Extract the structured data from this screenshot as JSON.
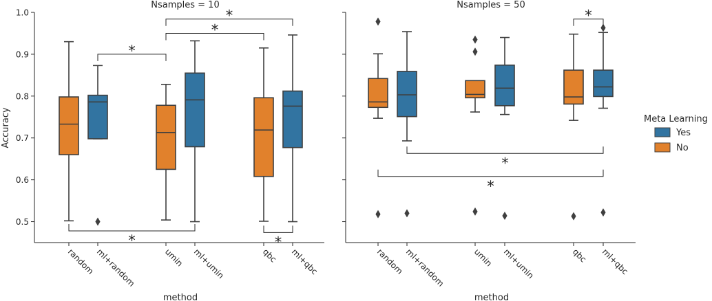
{
  "colors": {
    "yes": "#3274a1",
    "no": "#e1812c",
    "edge": "#3f3f3f"
  },
  "chart_data": [
    {
      "type": "box",
      "title": "Nsamples = 10",
      "xlabel": "method",
      "ylabel": "Accuracy",
      "ylim": [
        0.45,
        1.0
      ],
      "yticks": [
        "0.5",
        "0.6",
        "0.7",
        "0.8",
        "0.9",
        "1.0"
      ],
      "categories": [
        "random",
        "ml+random",
        "umin",
        "ml+umin",
        "qbc",
        "ml+qbc"
      ],
      "boxes": [
        {
          "category": "random",
          "group": "No",
          "whislo": 0.502,
          "q1": 0.66,
          "median": 0.733,
          "q3": 0.798,
          "whishi": 0.93,
          "fliers": []
        },
        {
          "category": "ml+random",
          "group": "Yes",
          "whislo": 0.698,
          "q1": 0.698,
          "median": 0.786,
          "q3": 0.802,
          "whishi": 0.873,
          "fliers": [
            0.5
          ]
        },
        {
          "category": "umin",
          "group": "No",
          "whislo": 0.504,
          "q1": 0.625,
          "median": 0.713,
          "q3": 0.778,
          "whishi": 0.828,
          "fliers": []
        },
        {
          "category": "ml+umin",
          "group": "Yes",
          "whislo": 0.5,
          "q1": 0.679,
          "median": 0.791,
          "q3": 0.855,
          "whishi": 0.932,
          "fliers": []
        },
        {
          "category": "qbc",
          "group": "No",
          "whislo": 0.501,
          "q1": 0.608,
          "median": 0.719,
          "q3": 0.796,
          "whishi": 0.915,
          "fliers": []
        },
        {
          "category": "ml+qbc",
          "group": "Yes",
          "whislo": 0.5,
          "q1": 0.677,
          "median": 0.776,
          "q3": 0.812,
          "whishi": 0.946,
          "fliers": []
        }
      ],
      "annotations": [
        {
          "from": "ml+random",
          "to": "umin",
          "y": 0.9,
          "side": "above",
          "label": "*"
        },
        {
          "from": "umin",
          "to": "qbc",
          "y": 0.95,
          "side": "above",
          "label": "*"
        },
        {
          "from": "umin",
          "to": "ml+qbc",
          "y": 0.984,
          "side": "above",
          "label": "*"
        },
        {
          "from": "random",
          "to": "ml+umin",
          "y": 0.478,
          "side": "below",
          "label": "*"
        },
        {
          "from": "qbc",
          "to": "ml+qbc",
          "y": 0.474,
          "side": "below",
          "label": "*"
        }
      ]
    },
    {
      "type": "box",
      "title": "Nsamples = 50",
      "xlabel": "method",
      "ylabel": "",
      "ylim": [
        0.45,
        1.0
      ],
      "categories": [
        "random",
        "ml+random",
        "umin",
        "ml+umin",
        "qbc",
        "ml+qbc"
      ],
      "boxes": [
        {
          "category": "random",
          "group": "No",
          "whislo": 0.747,
          "q1": 0.773,
          "median": 0.786,
          "q3": 0.842,
          "whishi": 0.901,
          "fliers": [
            0.978,
            0.518
          ]
        },
        {
          "category": "ml+random",
          "group": "Yes",
          "whislo": 0.693,
          "q1": 0.751,
          "median": 0.803,
          "q3": 0.859,
          "whishi": 0.954,
          "fliers": [
            0.52
          ]
        },
        {
          "category": "umin",
          "group": "No",
          "whislo": 0.762,
          "q1": 0.796,
          "median": 0.804,
          "q3": 0.837,
          "whishi": 0.837,
          "fliers": [
            0.935,
            0.906,
            0.524
          ]
        },
        {
          "category": "ml+umin",
          "group": "Yes",
          "whislo": 0.756,
          "q1": 0.777,
          "median": 0.819,
          "q3": 0.874,
          "whishi": 0.94,
          "fliers": [
            0.514
          ]
        },
        {
          "category": "qbc",
          "group": "No",
          "whislo": 0.742,
          "q1": 0.781,
          "median": 0.798,
          "q3": 0.862,
          "whishi": 0.948,
          "fliers": [
            0.513
          ]
        },
        {
          "category": "ml+qbc",
          "group": "Yes",
          "whislo": 0.771,
          "q1": 0.799,
          "median": 0.822,
          "q3": 0.862,
          "whishi": 0.952,
          "fliers": [
            0.963,
            0.522
          ]
        }
      ],
      "annotations": [
        {
          "from": "qbc",
          "to": "ml+qbc",
          "y": 0.984,
          "side": "above",
          "label": "*"
        },
        {
          "from": "ml+random",
          "to": "ml+qbc",
          "y": 0.663,
          "side": "below",
          "label": "*"
        },
        {
          "from": "random",
          "to": "ml+qbc",
          "y": 0.608,
          "side": "below",
          "label": "*"
        }
      ]
    }
  ],
  "legend": {
    "title": "Meta Learning",
    "placement": "right",
    "items": [
      {
        "label": "Yes",
        "group": "Yes"
      },
      {
        "label": "No",
        "group": "No"
      }
    ]
  }
}
